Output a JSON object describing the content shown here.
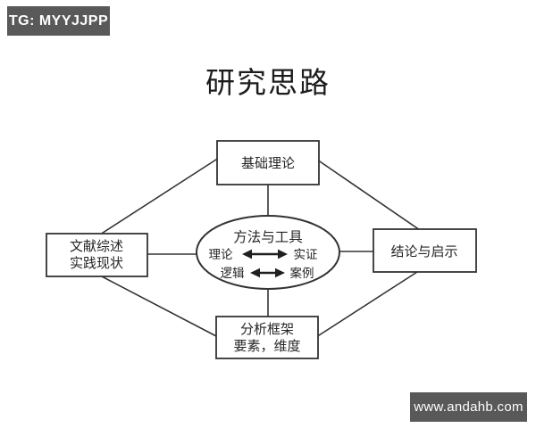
{
  "watermarks": {
    "top_left": "TG: MYYJJPP",
    "bottom_right": "www.andahb.com"
  },
  "title": "研究思路",
  "diagram": {
    "top_box": "基础理论",
    "left_box": {
      "line1": "文献综述",
      "line2": "实践现状"
    },
    "right_box": "结论与启示",
    "bottom_box": {
      "line1": "分析框架",
      "line2": "要素，维度"
    },
    "ellipse": {
      "title": "方法与工具",
      "pair1_left": "理论",
      "pair1_right": "实证",
      "pair2_left": "逻辑",
      "pair2_right": "案例"
    }
  },
  "colors": {
    "badge_bg": "#595959",
    "stroke": "#333333",
    "text": "#262626"
  }
}
